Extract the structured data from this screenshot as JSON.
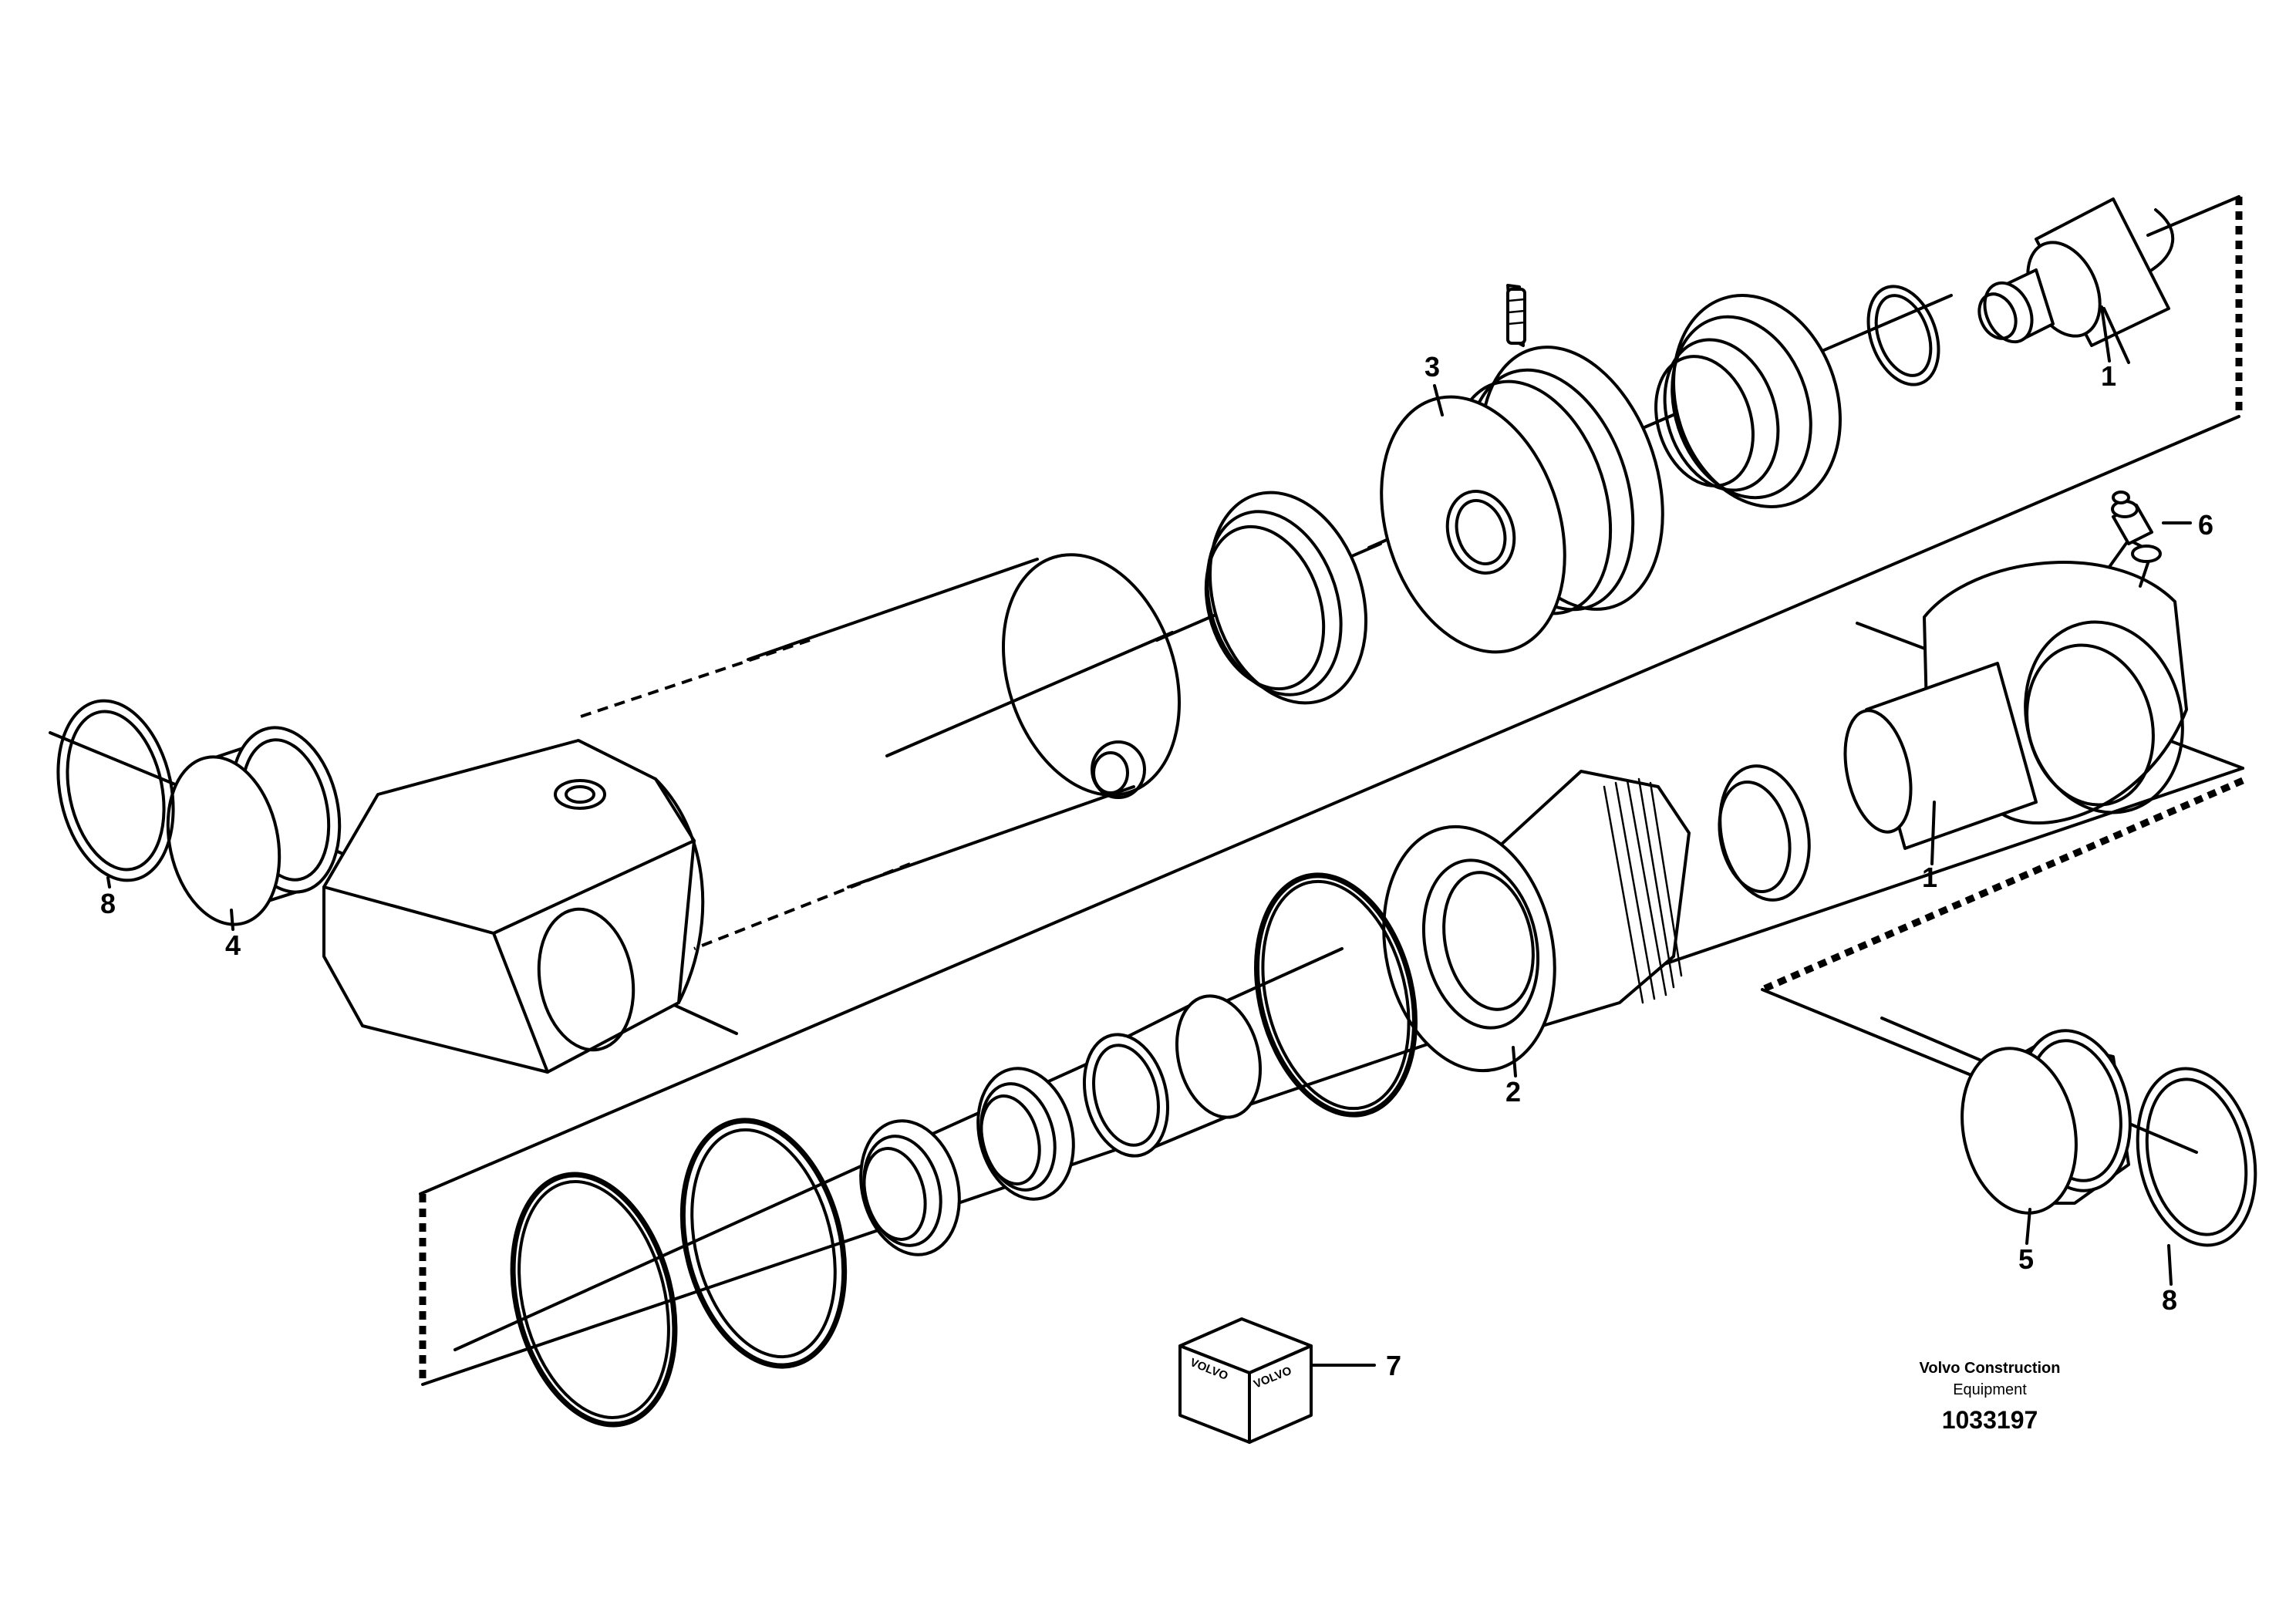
{
  "diagram": {
    "callouts": {
      "c1_top": "1",
      "c1_bottom": "1",
      "c2": "2",
      "c3": "3",
      "c4": "4",
      "c5": "5",
      "c6": "6",
      "c7": "7",
      "c8_left": "8",
      "c8_right": "8"
    },
    "parts_box_label": "VOLVO",
    "footer": {
      "brand_line1": "Volvo Construction",
      "brand_line2": "Equipment",
      "drawing_number": "1033197"
    }
  }
}
